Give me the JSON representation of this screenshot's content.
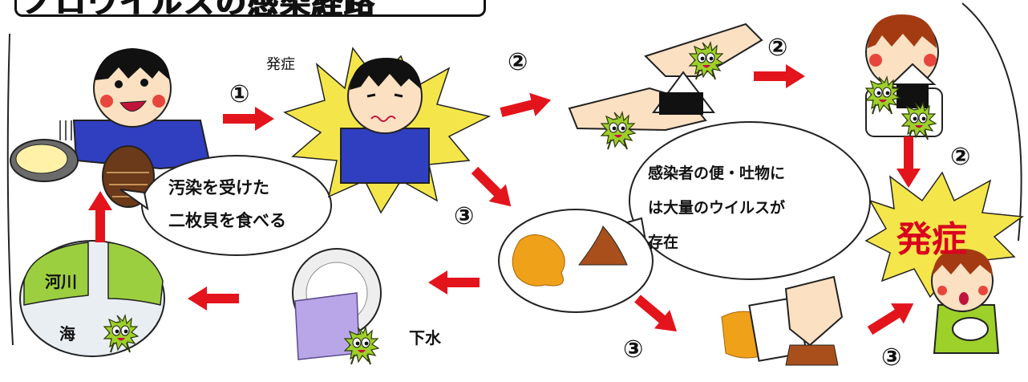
{
  "title": "ノロウイルスの感染経路",
  "labels": {
    "onset_top": "発症",
    "onset_big": "発症",
    "sewage": "下水",
    "river": "河川",
    "sea": "海"
  },
  "bubbles": {
    "shellfish": [
      "汚染を受けた",
      "二枚貝を食べる"
    ],
    "virus": [
      "感染者の便・吐物に",
      "は大量のウイルスが",
      "存在"
    ]
  },
  "route_numbers": {
    "r1": "①",
    "r2a": "②",
    "r2b": "②",
    "r2c": "②",
    "r3a": "③",
    "r3b": "③",
    "r3c": "③"
  },
  "colors": {
    "arrow": "#e3141c",
    "starburst": "#f4e64a",
    "virus": "#9ed02a",
    "shirt": "#2f3fbf",
    "skin": "#fbe0c2",
    "vomit": "#f0a11a",
    "stool": "#a84f1c",
    "river_land": "#9ccf3f",
    "sea": "#e9eef3"
  }
}
